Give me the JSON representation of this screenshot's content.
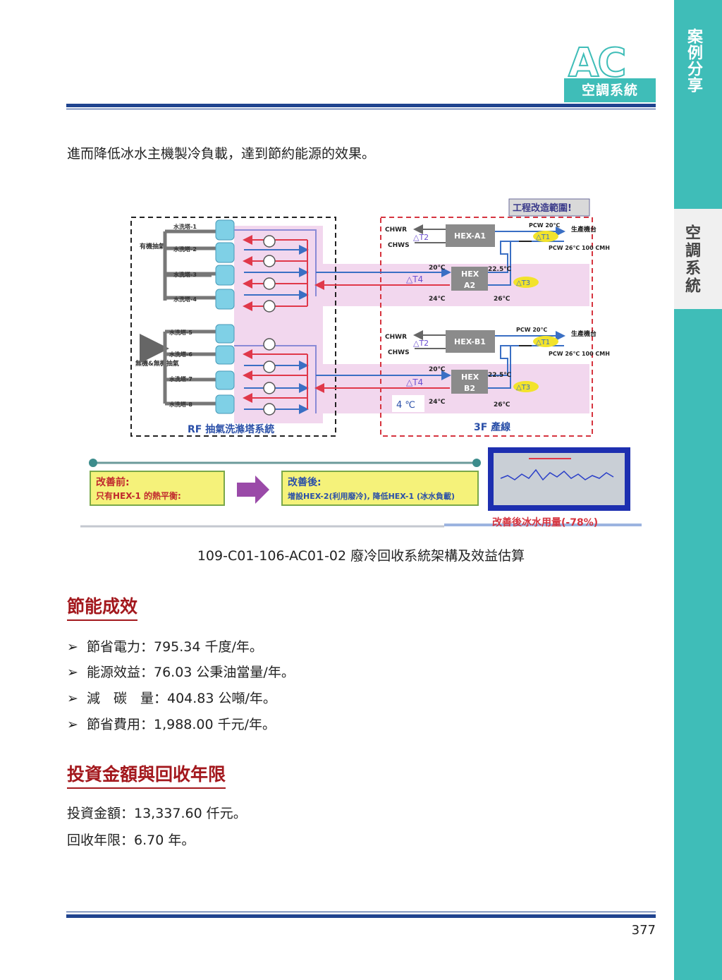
{
  "side": {
    "tab_top": "案例分享",
    "tab_mid": "空調系統"
  },
  "header": {
    "logo": "AC",
    "label": "空調系統"
  },
  "intro": "進而降低冰水主機製冷負載，達到節約能源的效果。",
  "figure": {
    "scope_label": "工程改造範圍!",
    "left_box_title": "RF 抽氣洗滌塔系統",
    "right_box_title": "3F 產線",
    "towers": [
      "水洗塔-1",
      "水洗塔-2",
      "水洗塔-3",
      "水洗塔-4",
      "水洗塔-5",
      "水洗塔-6",
      "水洗塔-7",
      "水洗塔-8"
    ],
    "organic_exhaust": "有機抽氣",
    "inorganic_exhaust": "無機&無機抽氣",
    "upper": {
      "chwr": "CHWR",
      "chws": "CHWS",
      "t2": "△T2",
      "hex_a1": "HEX-A1",
      "pcw20": "PCW 20℃",
      "t1": "△T1",
      "production": "生產機台",
      "pcw26": "PCW 26℃ 100 CMH",
      "t20": "20℃",
      "t4": "△T4",
      "hex_a2_l1": "HEX",
      "hex_a2_l2": "A2",
      "t225": "22.5℃",
      "t3": "△T3",
      "t24": "24℃",
      "t26": "26℃"
    },
    "lower": {
      "chwr": "CHWR",
      "chws": "CHWS",
      "t2": "△T2",
      "hex_b1": "HEX-B1",
      "pcw20": "PCW 20℃",
      "t1": "△T1",
      "production": "生產機台",
      "pcw26": "PCW 26℃ 100 CMH",
      "t20": "20℃",
      "t4": "△T4",
      "hex_b2_l1": "HEX",
      "hex_b2_l2": "B2",
      "t225": "22.5℃",
      "t3": "△T3",
      "t4c": "4 ℃",
      "t24": "24℃",
      "t26": "26℃"
    },
    "before_title": "改善前:",
    "before_text": "只有HEX-1 的熱平衡:",
    "after_title": "改善後:",
    "after_text": "增設HEX-2(利用廢冷), 降低HEX-1 (冰水負載)",
    "chart_note": "改善後冰水用量(-78%)"
  },
  "caption": "109-C01-106-AC01-02 廢冷回收系統架構及效益估算",
  "section1": {
    "title": "節能成效",
    "items": [
      "節省電力：795.34 千度/年。",
      "能源效益：76.03 公秉油當量/年。",
      "減　碳　量：404.83 公噸/年。",
      "節省費用：1,988.00 千元/年。"
    ]
  },
  "section2": {
    "title": "投資金額與回收年限",
    "items": [
      "投資金額：13,337.60 仟元。",
      "回收年限：6.70 年。"
    ]
  },
  "page_number": "377",
  "colors": {
    "teal": "#3fbdb8",
    "navy": "#20448f",
    "heading_red": "#a3181d"
  }
}
